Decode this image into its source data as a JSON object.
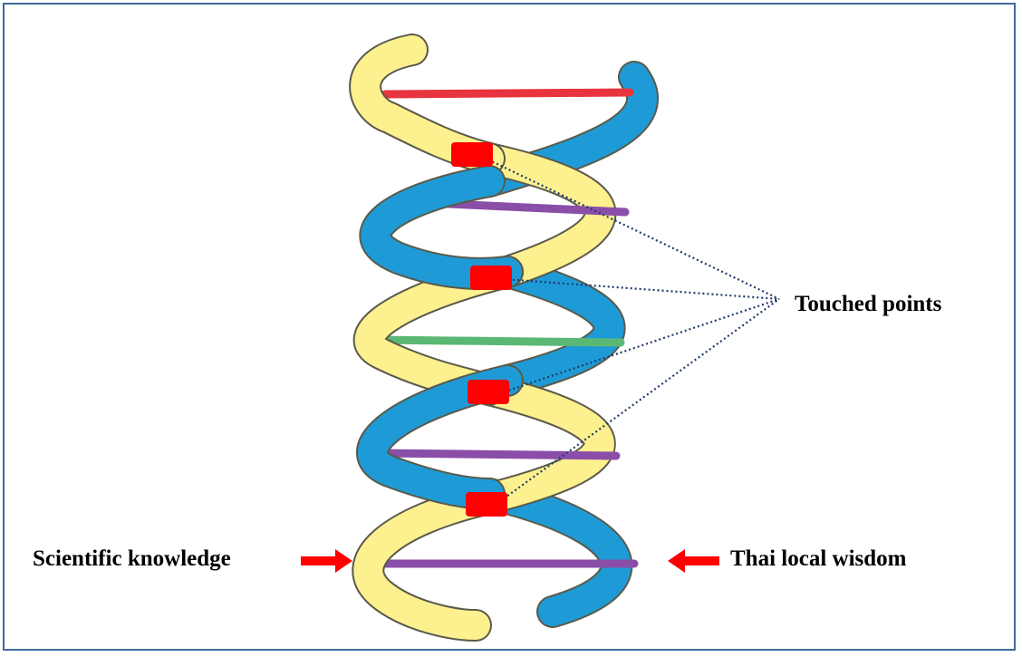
{
  "labels": {
    "touched_points": "Touched points",
    "scientific_knowledge": "Scientific knowledge",
    "thai_local_wisdom": "Thai local wisdom"
  },
  "colors": {
    "frame_border": "#3f6a9c",
    "strand_yellow": "#fdf08f",
    "strand_blue": "#1e9bd7",
    "strand_outline": "#5a5a4a",
    "rung_top": "#e8343e",
    "rung_purple": "#8a4ea8",
    "rung_green": "#5bb874",
    "touch_point": "#ff0000",
    "arrow": "#ff0000",
    "dotted_line": "#1f3a6b"
  },
  "rungs": [
    "red",
    "purple",
    "green",
    "purple",
    "purple"
  ],
  "touch_point_count": 4
}
